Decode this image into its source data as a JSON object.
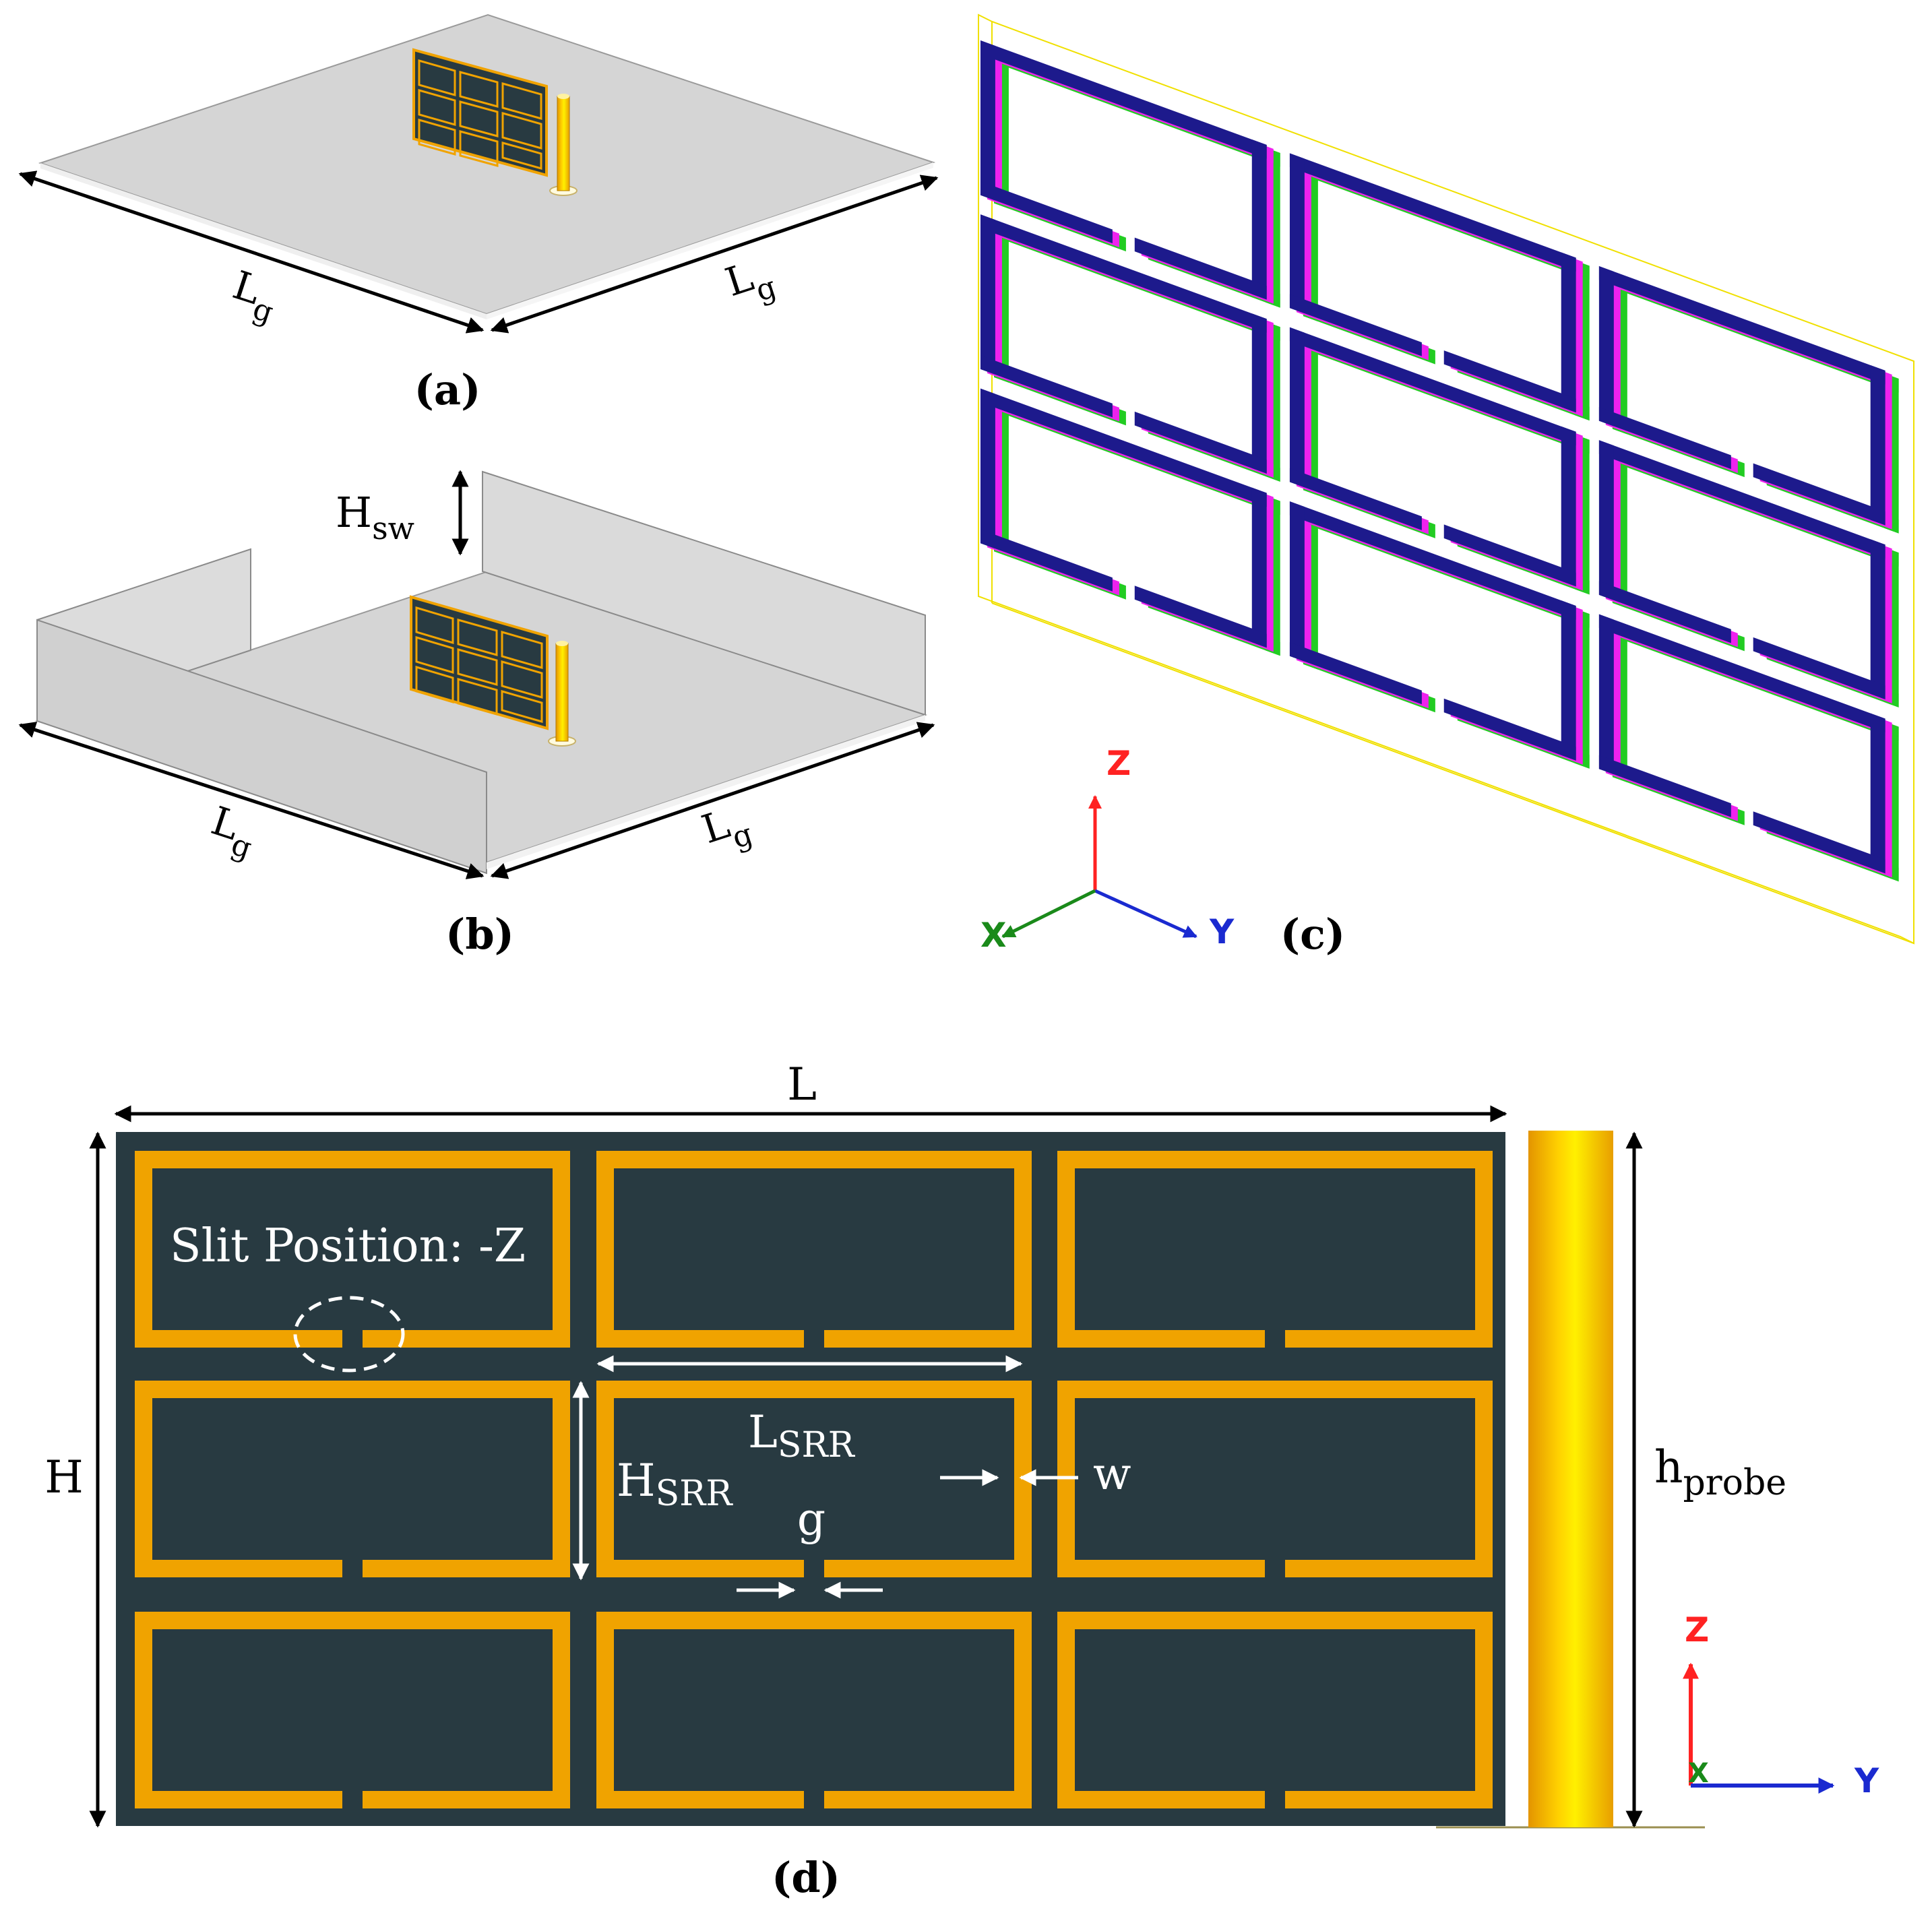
{
  "panels": {
    "a": {
      "caption": "(a)",
      "dim_left": {
        "main": "L",
        "sub": "g"
      },
      "dim_right": {
        "main": "L",
        "sub": "g"
      }
    },
    "b": {
      "caption": "(b)",
      "wall_height": {
        "main": "H",
        "sub": "sw"
      },
      "dim_left": {
        "main": "L",
        "sub": "g"
      },
      "dim_right": {
        "main": "L",
        "sub": "g"
      }
    },
    "c": {
      "caption": "(c)",
      "axes": {
        "z": "Z",
        "y": "Y",
        "x": "X"
      }
    },
    "d": {
      "caption": "(d)",
      "length_label": "L",
      "height_label": "H",
      "slit_text": "Slit Position: -Z",
      "lsrr": {
        "main": "L",
        "sub": "SRR"
      },
      "hsrr": {
        "main": "H",
        "sub": "SRR"
      },
      "w_label": "w",
      "g_label": "g",
      "hprobe": {
        "main": "h",
        "sub": "probe"
      },
      "axes": {
        "z": "Z",
        "y": "Y",
        "x": "X"
      }
    }
  },
  "colors": {
    "substrate": "#283a41",
    "ring": "#f0a300",
    "probe": "#ffd000",
    "ground": "#d4d4d4",
    "ring_blue": "#1d1a8c",
    "ring_magenta": "#ee22ee",
    "ring_green": "#22cc22",
    "axis_z": "#ff2222",
    "axis_y": "#1a2ad0",
    "axis_x": "#1a8a1a"
  }
}
